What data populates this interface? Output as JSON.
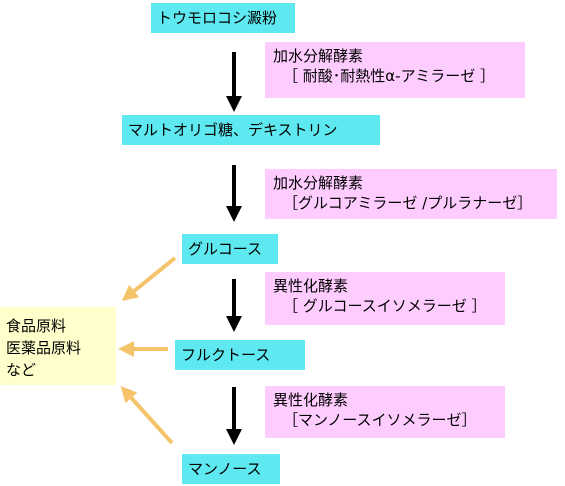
{
  "colors": {
    "product_box": "#5ee8f0",
    "enzyme_box": "#ffccff",
    "use_box": "#ffffcc",
    "main_arrow": "#000000",
    "side_arrow": "#f5c36a"
  },
  "nodes": {
    "starch": "トウモロコシ澱粉",
    "oligo": "マルトオリゴ糖、デキストリン",
    "glucose": "グルコース",
    "fructose": "フルクトース",
    "mannose": "マンノース"
  },
  "enzymes": [
    {
      "line1": "加水分解酵素",
      "line2": "［ 耐酸･耐熱性α-アミラーゼ ］"
    },
    {
      "line1": "加水分解酵素",
      "line2": "［グルコアミラーゼ /プルラナーゼ］"
    },
    {
      "line1": "異性化酵素",
      "line2": "［ グルコースイソメラーゼ ］"
    },
    {
      "line1": "異性化酵素",
      "line2": "［マンノースイソメラーゼ］"
    }
  ],
  "uses": {
    "line1": "食品原料",
    "line2": "医薬品原料",
    "line3": "など"
  }
}
